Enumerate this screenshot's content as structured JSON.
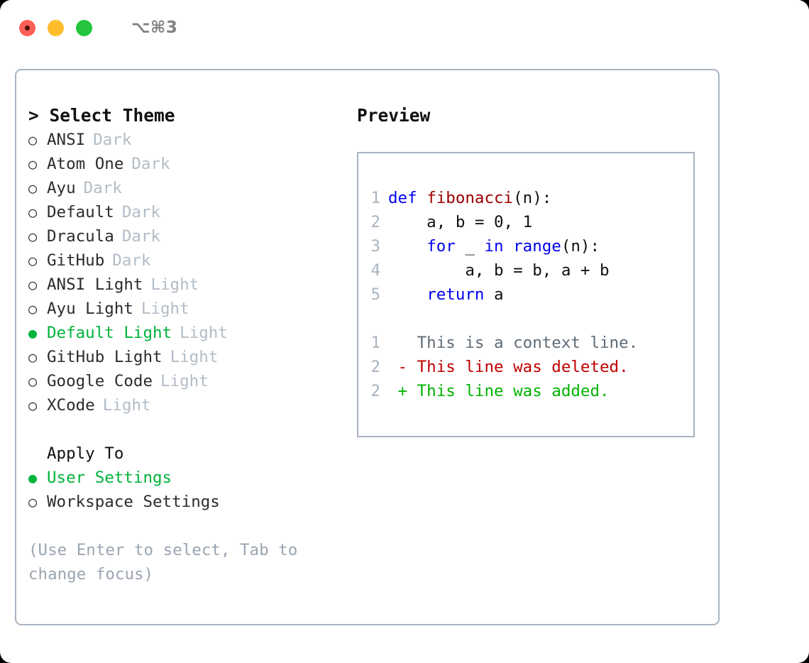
{
  "titlebar": {
    "shortcut": "⌥⌘3",
    "buttons": [
      {
        "name": "close",
        "color": "#fc5f57"
      },
      {
        "name": "minimize",
        "color": "#ffbd2e"
      },
      {
        "name": "maximize",
        "color": "#25c53d"
      }
    ]
  },
  "theme_picker": {
    "title": "> Select Theme",
    "items": [
      {
        "bullet": "○",
        "name": "ANSI",
        "tag": "Dark",
        "selected": false
      },
      {
        "bullet": "○",
        "name": "Atom One",
        "tag": "Dark",
        "selected": false
      },
      {
        "bullet": "○",
        "name": "Ayu",
        "tag": "Dark",
        "selected": false
      },
      {
        "bullet": "○",
        "name": "Default",
        "tag": "Dark",
        "selected": false
      },
      {
        "bullet": "○",
        "name": "Dracula",
        "tag": "Dark",
        "selected": false
      },
      {
        "bullet": "○",
        "name": "GitHub",
        "tag": "Dark",
        "selected": false
      },
      {
        "bullet": "○",
        "name": "ANSI Light",
        "tag": "Light",
        "selected": false
      },
      {
        "bullet": "○",
        "name": "Ayu Light",
        "tag": "Light",
        "selected": false
      },
      {
        "bullet": "●",
        "name": "Default Light",
        "tag": "Light",
        "selected": true
      },
      {
        "bullet": "○",
        "name": "GitHub Light",
        "tag": "Light",
        "selected": false
      },
      {
        "bullet": "○",
        "name": "Google Code",
        "tag": "Light",
        "selected": false
      },
      {
        "bullet": "○",
        "name": "XCode",
        "tag": "Light",
        "selected": false
      }
    ]
  },
  "apply_to": {
    "heading": "Apply To",
    "items": [
      {
        "bullet": "●",
        "name": "User Settings",
        "selected": true
      },
      {
        "bullet": "○",
        "name": "Workspace Settings",
        "selected": false
      }
    ]
  },
  "hint": "(Use Enter to select, Tab to change focus)",
  "preview": {
    "title": "Preview",
    "code_lines": [
      {
        "no": "1",
        "tokens": [
          {
            "t": "def ",
            "k": "kw"
          },
          {
            "t": "fibonacci",
            "k": "fn"
          },
          {
            "t": "(n):",
            "k": "plain"
          }
        ]
      },
      {
        "no": "2",
        "tokens": [
          {
            "t": "    a, b = 0, 1",
            "k": "plain"
          }
        ]
      },
      {
        "no": "3",
        "tokens": [
          {
            "t": "    ",
            "k": "plain"
          },
          {
            "t": "for",
            "k": "kw"
          },
          {
            "t": " _ ",
            "k": "plain"
          },
          {
            "t": "in",
            "k": "kw"
          },
          {
            "t": " ",
            "k": "plain"
          },
          {
            "t": "range",
            "k": "kw"
          },
          {
            "t": "(n):",
            "k": "plain"
          }
        ]
      },
      {
        "no": "4",
        "tokens": [
          {
            "t": "        a, b = b, a + b",
            "k": "plain"
          }
        ]
      },
      {
        "no": "5",
        "tokens": [
          {
            "t": "    ",
            "k": "plain"
          },
          {
            "t": "return",
            "k": "kw"
          },
          {
            "t": " a",
            "k": "plain"
          }
        ]
      }
    ],
    "diff_lines": [
      {
        "no": "1",
        "text": "   This is a context line.",
        "kind": "ctx"
      },
      {
        "no": "2",
        "text": " - This line was deleted.",
        "kind": "del"
      },
      {
        "no": "2",
        "text": " + This line was added.",
        "kind": "add"
      }
    ]
  },
  "colors": {
    "selected_green": "#00b33c",
    "tag_gray": "#b3bcc6",
    "hint_gray": "#9aa5b1",
    "border_gray": "#a9b4c0",
    "keyword_blue": "#0000ee",
    "function_red": "#9b0000",
    "diff_delete_red": "#c00000",
    "diff_add_green": "#00b300",
    "lineno_gray": "#a9b4c0"
  }
}
